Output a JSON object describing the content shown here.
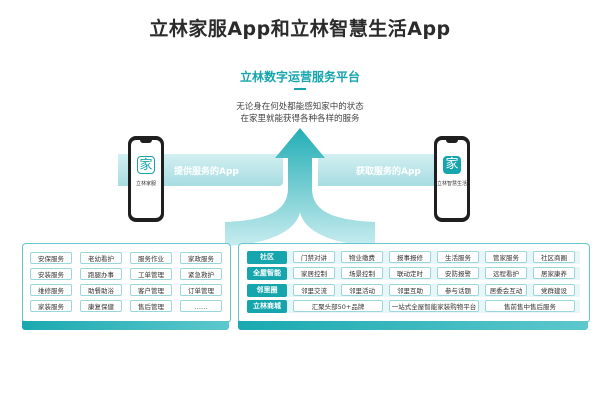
{
  "title": "立林家服App和立林智慧生活App",
  "platform": {
    "name": "立林数字运营服务平台",
    "description_line1": "无论身在何处都能感知家中的状态",
    "description_line2": "在家里就能获得各种各样的服务"
  },
  "flows": {
    "left_label": "提供服务的App",
    "right_label": "获取服务的App"
  },
  "apps": {
    "left": {
      "icon_char": "家",
      "name": "立林家服"
    },
    "right": {
      "icon_char": "家",
      "name": "立林智慧生活"
    }
  },
  "left_panel": {
    "rows": [
      [
        "安保服务",
        "老幼看护",
        "服务作业",
        "家政服务"
      ],
      [
        "安装服务",
        "跑腿办事",
        "工单管理",
        "紧急救护"
      ],
      [
        "维修服务",
        "助餐助浴",
        "客户管理",
        "订单管理"
      ],
      [
        "家装服务",
        "康复保健",
        "售后管理",
        "……"
      ]
    ]
  },
  "right_panel": {
    "rows": [
      {
        "label": "社区",
        "items": [
          "门禁对讲",
          "物业缴费",
          "报事报修",
          "生活服务",
          "管家服务",
          "社区商圈"
        ]
      },
      {
        "label": "全屋智能",
        "items": [
          "家居控制",
          "场景控制",
          "联动定时",
          "安防报警",
          "远程看护",
          "居家康养"
        ]
      },
      {
        "label": "邻里圈",
        "items": [
          "邻里交流",
          "邻里活动",
          "邻里互助",
          "参与话题",
          "居委会互动",
          "党群建设"
        ]
      },
      {
        "label": "立林商城",
        "items": [
          "汇聚头部50+品牌",
          "一站式全屋智能家装购物平台",
          "售前售中售后服务"
        ]
      }
    ]
  },
  "colors": {
    "accent": "#16a5ad",
    "band": "#a7dde2",
    "cell_border": "#9ad7dc"
  }
}
